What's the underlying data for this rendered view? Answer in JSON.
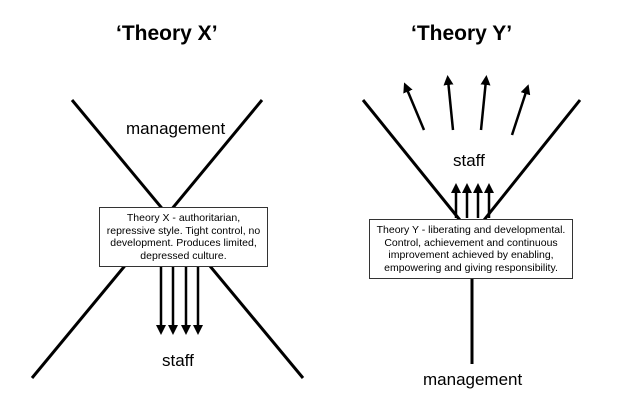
{
  "theory_x": {
    "title": "‘Theory X’",
    "top_label": "management",
    "bottom_label": "staff",
    "description": "Theory X - authoritarian, repressive style.  Tight control, no development.  Produces limited, depressed culture."
  },
  "theory_y": {
    "title": "‘Theory Y’",
    "middle_label": "staff",
    "bottom_label": "management",
    "description": "Theory Y - liberating and  developmental. Control, achievement and continuous improvement achieved by enabling, empowering and giving responsibility."
  }
}
